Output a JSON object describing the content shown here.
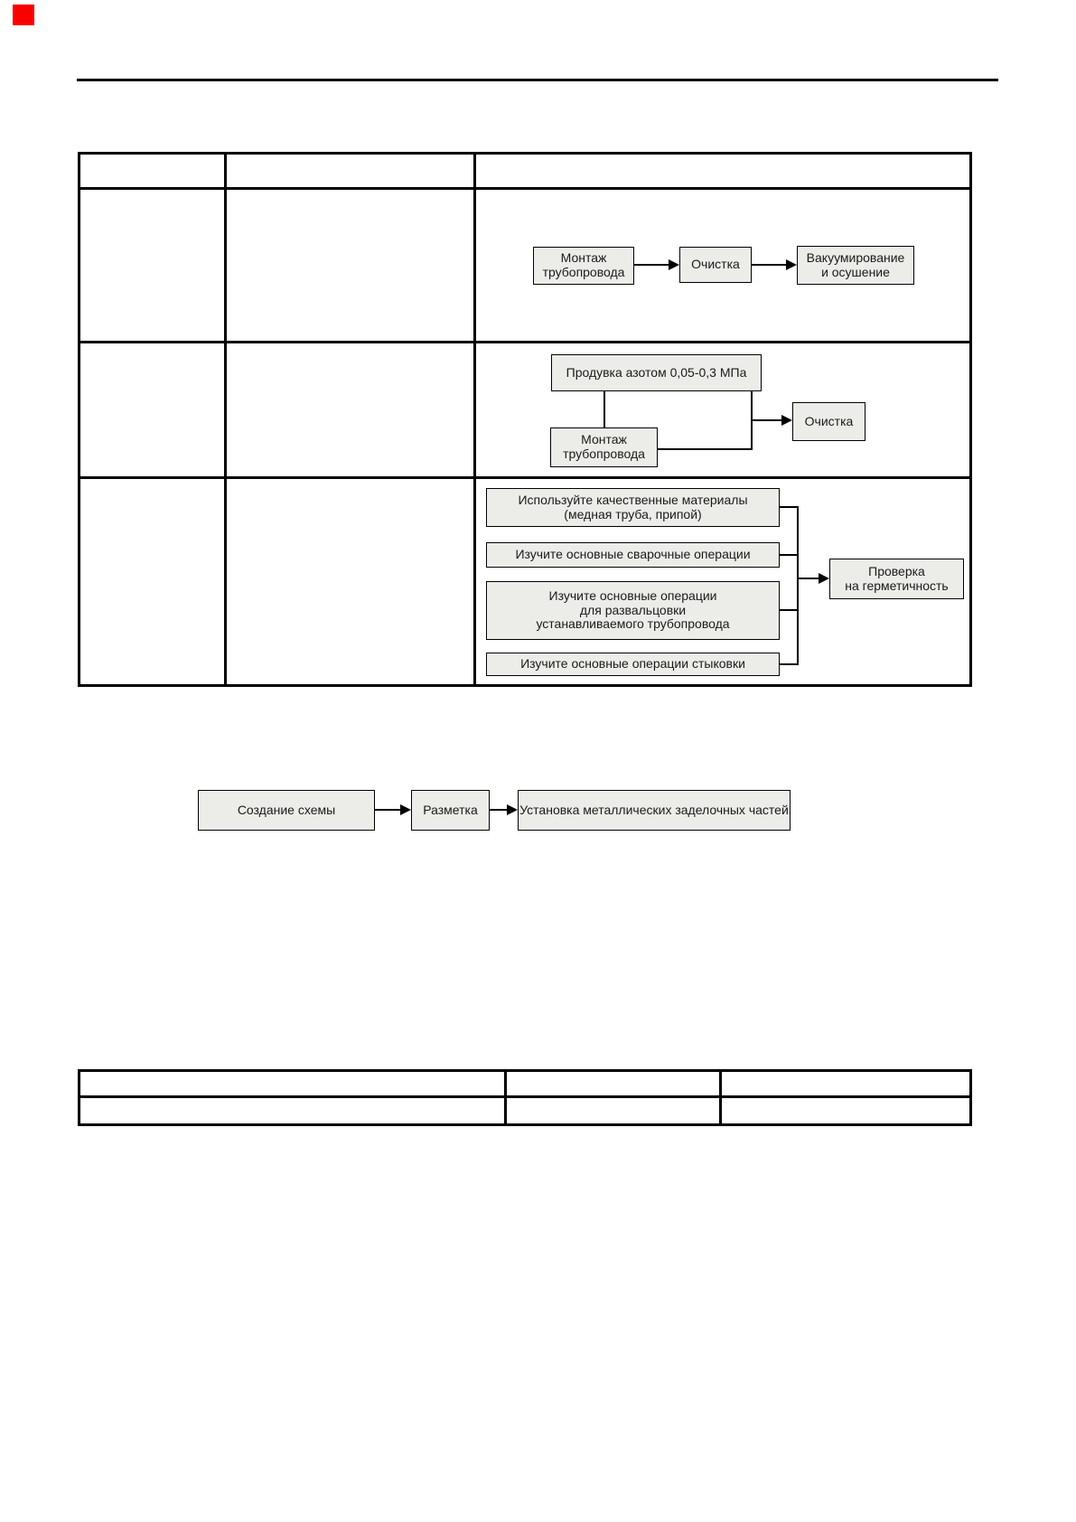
{
  "page": {
    "background": "#ffffff",
    "marker_color": "#fa0000"
  },
  "styles": {
    "flow_box_fill": "#ecece8",
    "flow_box_border": "#000000",
    "table_border": "#000000"
  },
  "table_main": {
    "header_cells": [
      "",
      "",
      ""
    ],
    "rows": [
      {
        "col1": "",
        "col2": "",
        "diagram": {
          "type": "flow",
          "steps": [
            "Монтаж\nтрубопровода",
            "Очистка",
            "Вакуумирование\nи осушение"
          ]
        }
      },
      {
        "col1": "",
        "col2": "",
        "diagram": {
          "type": "flow",
          "purge": "Продувка азотом 0,05-0,3 МПа",
          "mount": "Монтаж\nтрубопровода",
          "clean": "Очистка"
        }
      },
      {
        "col1": "",
        "col2": "",
        "diagram": {
          "type": "flow",
          "inputs": [
            "Используйте качественные материалы\n(медная труба, припой)",
            "Изучите основные сварочные операции",
            "Изучите основные операции\nдля развальцовки\nустанавливаемого трубопровода",
            "Изучите основные операции стыковки"
          ],
          "result": "Проверка\nна герметичность"
        }
      }
    ]
  },
  "flow_bottom": {
    "type": "flow",
    "steps": [
      "Создание схемы",
      "Разметка",
      "Установка металлических заделочных частей"
    ]
  },
  "table_empty": {
    "header_cells": [
      "",
      "",
      ""
    ],
    "row_cells": [
      "",
      "",
      ""
    ]
  }
}
